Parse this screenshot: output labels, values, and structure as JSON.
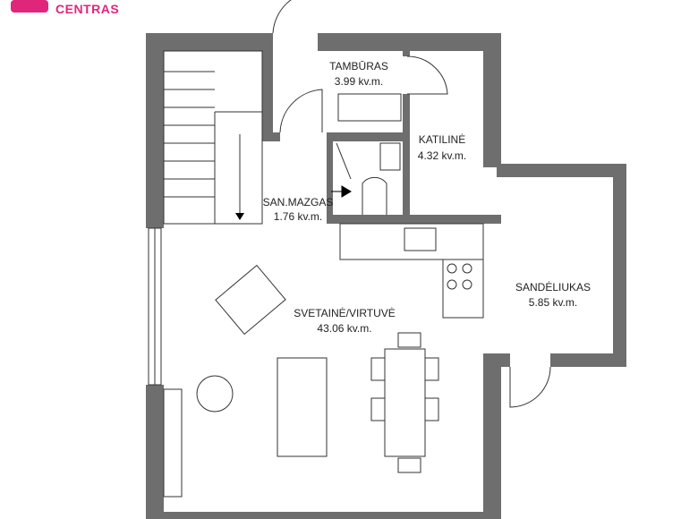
{
  "logo": {
    "text": "CENTRAS",
    "color": "#e0267a"
  },
  "wall_color": "#6e6e6e",
  "rooms": [
    {
      "name": "TAMBŪRAS",
      "area": "3.99 kv.m."
    },
    {
      "name": "KATILINĖ",
      "area": "4.32 kv.m."
    },
    {
      "name": "SAN.MAZGAS",
      "area": "1.76 kv.m."
    },
    {
      "name": "SANDĖLIUKAS",
      "area": "5.85 kv.m."
    },
    {
      "name": "SVETAINĖ/VIRTUVĖ",
      "area": "43.06 kv.m."
    }
  ]
}
